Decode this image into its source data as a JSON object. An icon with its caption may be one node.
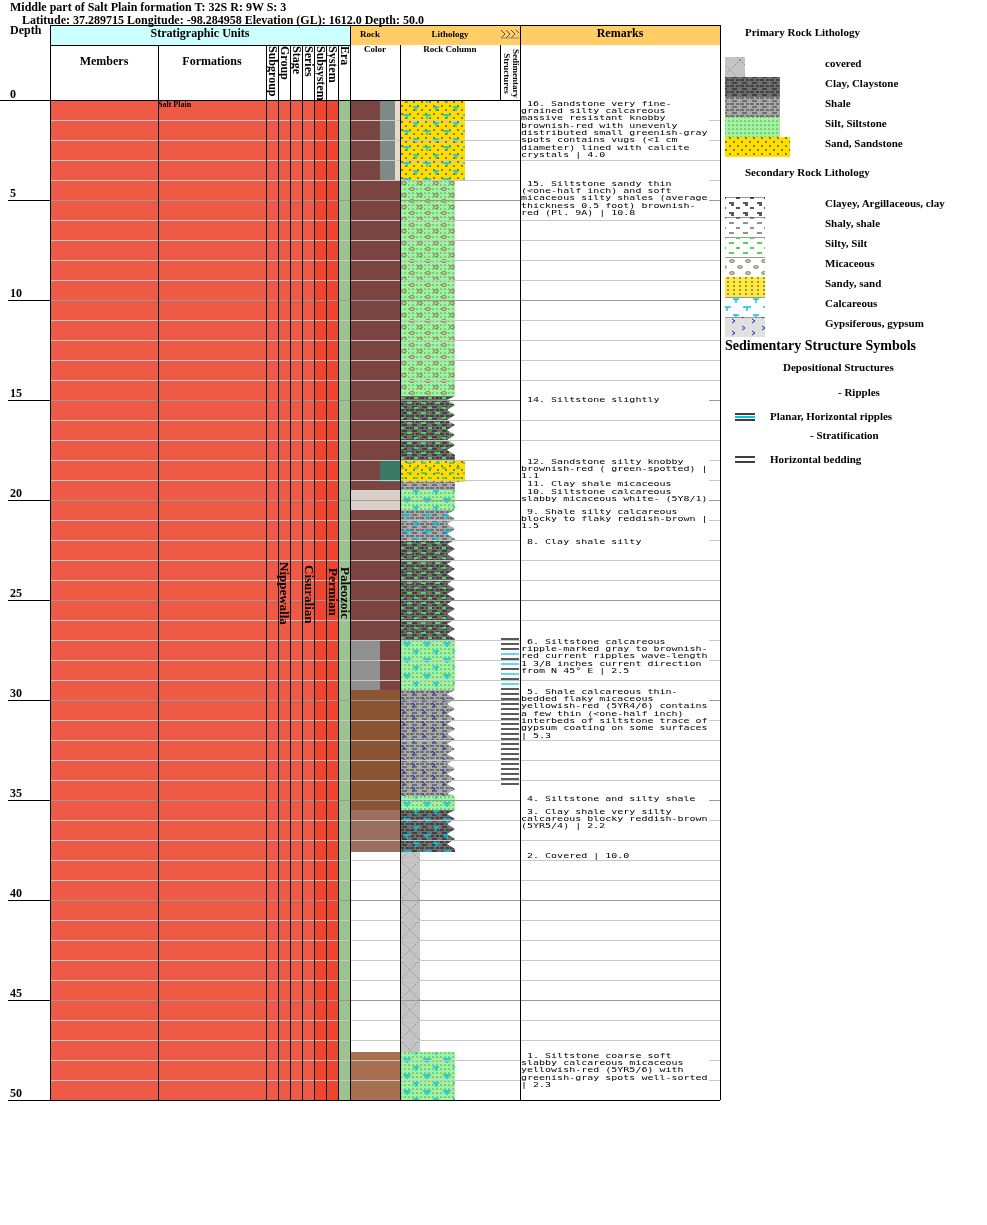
{
  "diagram": {
    "title": "Middle part of Salt Plain formation T: 32S R: 9W S: 3",
    "labels": [
      "Latitude: 37.289715 Longitude: -98.284958 Elevation (GL): 1612.0 Depth: 50.0",
      "Depth",
      "Stratigraphic Units",
      "Rock",
      "Lithology",
      "Remarks",
      "Members",
      "Formations",
      "Subgroup",
      "Group",
      "Stage",
      "Series",
      "Subsystem",
      "System",
      "Era",
      "Color",
      "Rock Column",
      "Sedimentary Structures",
      "0",
      "Salt Plain",
      "16. Sandstone very fine-grained silty calcareous massive resistant knobby brownish-red with unevenly distributed small greenish-gray spots contains vugs (<1 cm diameter) lined with calcite crystals | 4.0",
      "15. Siltstone sandy thin (<one-half inch) and soft micaceous silty shales (average thickness 0.5 foot) brownish-red (Pl. 9A) | 10.8",
      "14. Siltstone slightly",
      "12. Sandstone silty knobby brownish-red ( green-spotted) | 1.1",
      "11. Clay shale micaceous",
      "10. Siltstone calcareous slabby micaceous white- (5Y8/1)",
      "9. Shale silty calcareous blocky to flaky reddish-brown | 1.5",
      "8. Clay shale silty",
      "6. Siltstone calcareous ripple-marked gray to brownish-red current ripples wave-length 1 3/8 inches current direction from N 45° E | 2.5",
      "5. Shale calcareous thin-bedded flaky micaceous yellowish-red (5YR4/6) contains a few thin (<one-half inch) interbeds of siltstone trace of gypsum coating on some surfaces | 5.3",
      "4. Siltstone and silty shale",
      "3. Clay shale very silty calcareous blocky reddish-brown (5YR5/4) | 2.2",
      "2. Covered | 10.0",
      "1. Siltstone coarse soft slabby calcareous micaceous yellowish-red (5YR5/6) with greenish-gray spots well-sorted | 2.3",
      "5",
      "10",
      "15",
      "20",
      "25",
      "30",
      "35",
      "40",
      "45",
      "50",
      "Nippewalla",
      "Cisuralian",
      "Permian",
      "Paleozoic",
      "Primary Rock Lithology",
      "Secondary Rock Lithology",
      "Sedimentary Structure Symbols",
      "Depositional Structures",
      "- Ripples",
      "- Stratification"
    ],
    "legend": [
      {
        "text": "covered"
      },
      {
        "text": "Clay, Claystone"
      },
      {
        "text": "Shale"
      },
      {
        "text": "Silt, Siltstone"
      },
      {
        "text": "Sand, Sandstone"
      },
      {
        "text": "Clayey, Argillaceous, clay"
      },
      {
        "text": "Shaly, shale"
      },
      {
        "text": "Silty, Silt"
      },
      {
        "text": "Micaceous"
      },
      {
        "text": "Sandy, sand"
      },
      {
        "text": "Calcareous"
      },
      {
        "text": "Gypsiferous, gypsum"
      },
      {
        "text": "Planar, Horizontal ripples"
      },
      {
        "text": "Horizontal bedding"
      }
    ]
  }
}
